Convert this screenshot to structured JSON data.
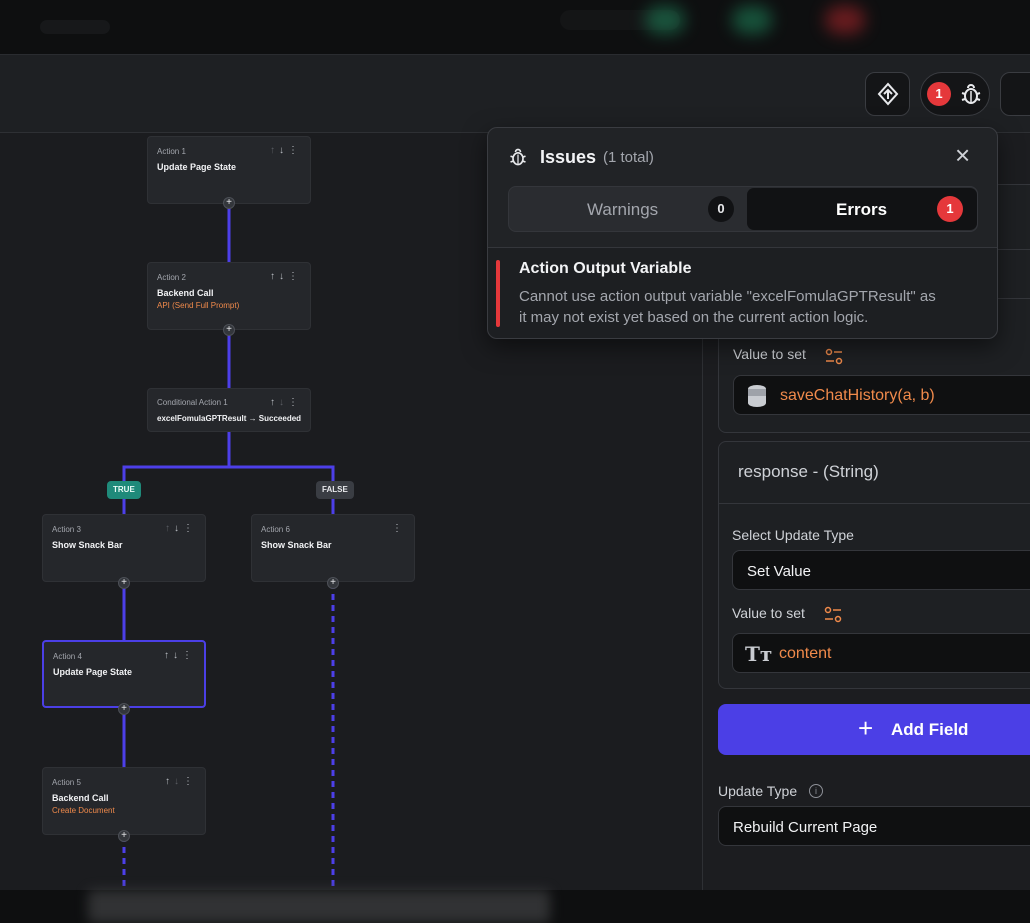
{
  "colors": {
    "accent": "#4b3fe6",
    "link": "#4d3fe9",
    "error": "#e5383b",
    "orange": "#f08a4b",
    "true_badge": "#1f8a7a"
  },
  "toolbar": {
    "logic_icon": "flow-diamond-icon",
    "issue_count": "1",
    "bug_icon": "bug-icon"
  },
  "actions": [
    {
      "num": "Action 1",
      "title": "Update Page State",
      "sub": ""
    },
    {
      "num": "Action 2",
      "title": "Backend Call",
      "sub": "API (Send Full Prompt)"
    },
    {
      "num": "Conditional Action 1",
      "title": "excelFomulaGPTResult → Succeeded",
      "sub": ""
    },
    {
      "num": "Action 3",
      "title": "Show Snack Bar",
      "sub": ""
    },
    {
      "num": "Action 6",
      "title": "Show Snack Bar",
      "sub": ""
    },
    {
      "num": "Action 4",
      "title": "Update Page State",
      "sub": ""
    },
    {
      "num": "Action 5",
      "title": "Backend Call",
      "sub": "Create Document"
    }
  ],
  "branches": {
    "true_label": "TRUE",
    "false_label": "FALSE"
  },
  "issues": {
    "title": "Issues",
    "total": "(1 total)",
    "tabs": {
      "warnings_label": "Warnings",
      "warnings_count": "0",
      "errors_label": "Errors",
      "errors_count": "1"
    },
    "error": {
      "title": "Action Output Variable",
      "line1": "Cannot use action output variable \"excelFomulaGPTResult\" as",
      "line2": "it may not exist yet based on the current action logic."
    }
  },
  "panel": {
    "value_to_set_1": "Value to set",
    "value_1": "saveChatHistory(a, b)",
    "response_header": "response - (String)",
    "select_update_type": "Select Update Type",
    "set_value": "Set Value",
    "value_to_set_2": "Value to set",
    "value_2": "content",
    "add_field": "Add Field",
    "update_type_label": "Update Type",
    "update_type_value": "Rebuild Current Page"
  }
}
